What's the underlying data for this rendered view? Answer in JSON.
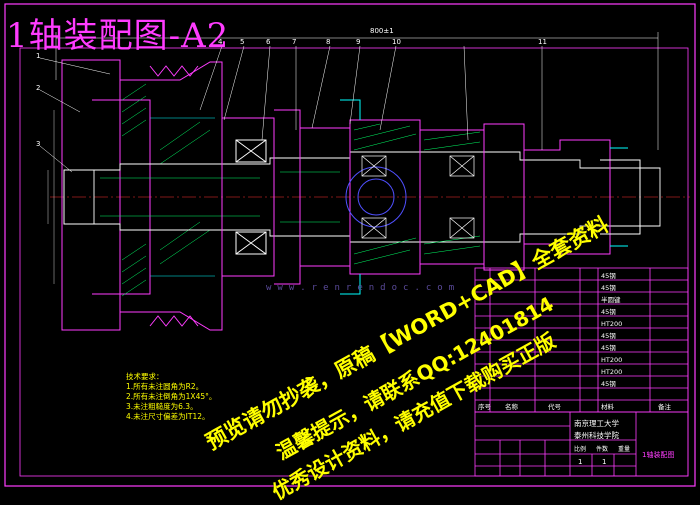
{
  "title": "1轴装配图-A2",
  "dimension_top": "800±1",
  "part_numbers": [
    "1",
    "2",
    "3",
    "4",
    "5",
    "6",
    "7",
    "8",
    "9",
    "10",
    "11"
  ],
  "tech_requirements": {
    "heading": "技术要求：",
    "items": [
      "1.所有未注圆角为R2。",
      "2.所有未注倒角为1X45°。",
      "3.未注粗糙度为6.3。",
      "4.未注尺寸偏差为IT12。"
    ]
  },
  "bom_materials": [
    "45钢",
    "45钢",
    "半圆键",
    "45钢",
    "HT200",
    "45钢",
    "45钢",
    "HT200",
    "HT200",
    "45钢"
  ],
  "bom_header": [
    "序号",
    "名称",
    "代号",
    "材料",
    "备注"
  ],
  "title_block": {
    "school_line1": "南京理工大学",
    "school_line2": "泰州科技学院",
    "drawing_name": "1轴装配图",
    "scale_values": [
      "1",
      "1"
    ],
    "col_labels": [
      "比例",
      "件数",
      "重量"
    ]
  },
  "watermark": {
    "line1": "预览请勿抄袭，原稿【WORD+CAD】全套资料",
    "line2": "温馨提示，请联系QQ:12401814",
    "line3": "优秀设计资料，请充值下载购买正版",
    "site": "www.renrendoc.com"
  },
  "colors": {
    "magenta": "#ff3cff",
    "yellow": "#ffff00",
    "white": "#ffffff",
    "cyan": "#00ffff",
    "green": "#00ff66",
    "red": "#ff3030",
    "blue": "#5050ff"
  }
}
